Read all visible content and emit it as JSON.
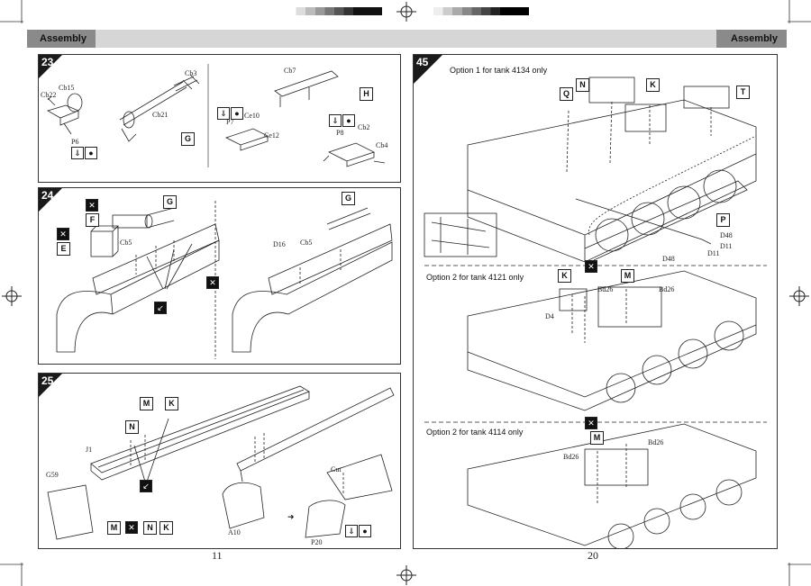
{
  "header": {
    "left_tab": "Assembly",
    "right_tab": "Assembly"
  },
  "step23": {
    "number": "23",
    "labels": {
      "cb22": "Cb22",
      "cb15": "Cb15",
      "p6": "P6",
      "cb3": "Cb3",
      "cb21": "Cb21",
      "g": "G",
      "cb7": "Cb7",
      "h": "H",
      "p7": "P7",
      "ce10": "Ce10",
      "ce12": "Ce12",
      "p8": "P8",
      "cb2": "Cb2",
      "cb4": "Cb4"
    }
  },
  "step24": {
    "number": "24",
    "labels": {
      "g1": "G",
      "f": "F",
      "e": "E",
      "cb5a": "Cb5",
      "g2": "G",
      "d16": "D16",
      "cb5b": "Cb5"
    }
  },
  "step25": {
    "number": "25",
    "labels": {
      "m": "M",
      "k": "K",
      "n": "N",
      "j1": "J1",
      "g59": "G59",
      "a10": "A10",
      "cut": "Cut",
      "p20": "P20",
      "m2": "M",
      "n2": "N",
      "k2": "K"
    }
  },
  "step45": {
    "number": "45",
    "option1": "Option 1 for tank 4134 only",
    "option2a": "Option 2 for tank 4121 only",
    "option2b": "Option 2 for tank 4114 only",
    "labels": {
      "n": "N",
      "k": "K",
      "q": "Q",
      "t": "T",
      "p": "P",
      "d48a": "D48",
      "d11a": "D11",
      "d48b": "D48",
      "d11b": "D11",
      "k2": "K",
      "m2": "M",
      "bd26a": "Bd26",
      "bd26b": "Bd26",
      "d4": "D4",
      "m3": "M",
      "bd26c": "Bd26",
      "bd26d": "Bd26"
    }
  },
  "page_numbers": {
    "left": "11",
    "right": "20"
  }
}
